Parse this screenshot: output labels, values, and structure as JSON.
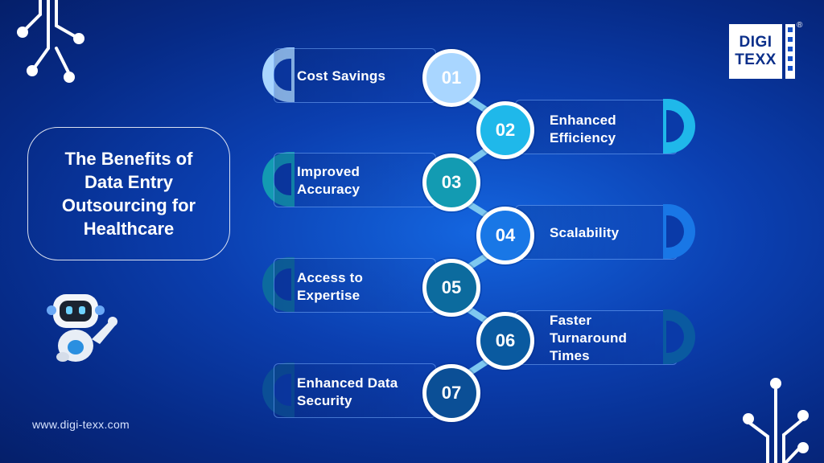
{
  "title": "The Benefits of\nData Entry\nOutsourcing for\nHealthcare",
  "logo": {
    "line1": "DIGI",
    "line2": "TEXX",
    "reg": "®"
  },
  "website": "www.digi-texx.com",
  "benefits": [
    {
      "number": "01",
      "label": "Cost Savings",
      "color": "#a9d6ff"
    },
    {
      "number": "02",
      "label": "Enhanced\nEfficiency",
      "color": "#1fb8ea"
    },
    {
      "number": "03",
      "label": "Improved\nAccuracy",
      "color": "#139bb2"
    },
    {
      "number": "04",
      "label": "Scalability",
      "color": "#1977e6"
    },
    {
      "number": "05",
      "label": "Access to\nExpertise",
      "color": "#0c6b9e"
    },
    {
      "number": "06",
      "label": "Faster\nTurnaround\nTimes",
      "color": "#0a5aa0"
    },
    {
      "number": "07",
      "label": "Enhanced Data\nSecurity",
      "color": "#0b4f96"
    }
  ],
  "icons": {
    "circuit_top_left": "circuit-icon",
    "circuit_bottom_right": "circuit-icon",
    "robot": "robot-icon"
  }
}
